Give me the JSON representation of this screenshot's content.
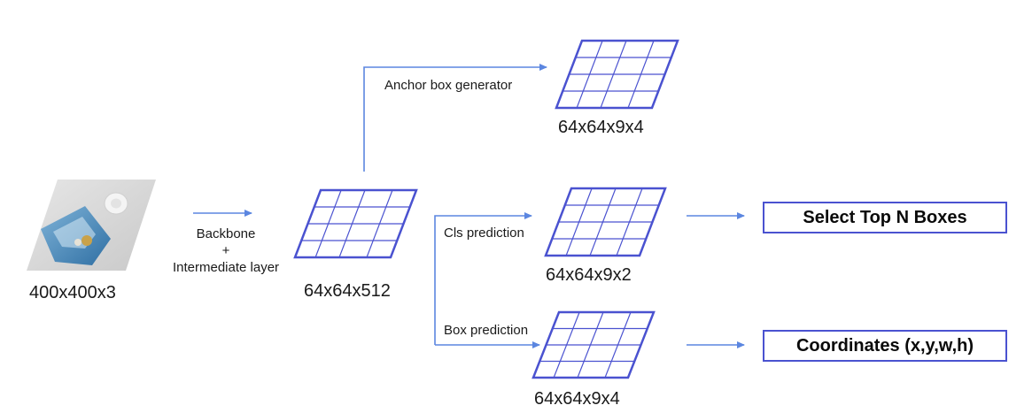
{
  "input": {
    "dims": "400x400x3"
  },
  "backbone": {
    "line1": "Backbone",
    "line2": "+",
    "line3": "Intermediate layer"
  },
  "feature": {
    "dims": "64x64x512"
  },
  "anchor": {
    "label": "Anchor box generator",
    "dims": "64x64x9x4"
  },
  "cls": {
    "label": "Cls prediction",
    "dims": "64x64x9x2"
  },
  "box": {
    "label": "Box prediction",
    "dims": "64x64x9x4"
  },
  "outputs": {
    "select": "Select Top N Boxes",
    "coords": "Coordinates (x,y,w,h)"
  },
  "colors": {
    "grid": "#4a52d0",
    "arrow": "#5b86e0",
    "box_border": "#4a52d0"
  }
}
